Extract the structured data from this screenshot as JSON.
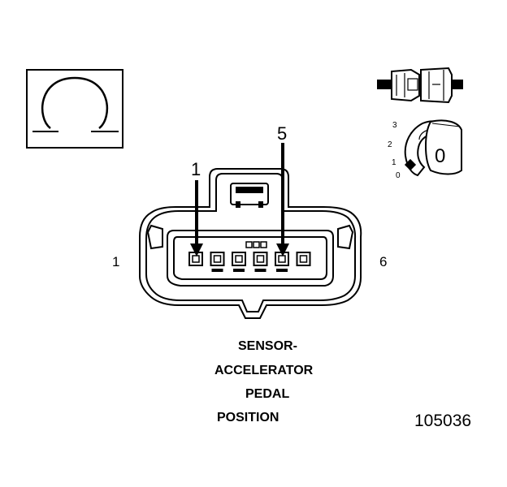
{
  "symbol": {
    "icon": "omega-resistance-icon"
  },
  "pins": {
    "left_end": "1",
    "right_end": "6",
    "callout_a": "1",
    "callout_b": "5"
  },
  "selector_dial": {
    "positions": [
      "3",
      "2",
      "1",
      "0"
    ],
    "face": "0"
  },
  "component_label": [
    "SENSOR-",
    "ACCELERATOR",
    "PEDAL",
    "POSITION"
  ],
  "figure_number": "105036"
}
